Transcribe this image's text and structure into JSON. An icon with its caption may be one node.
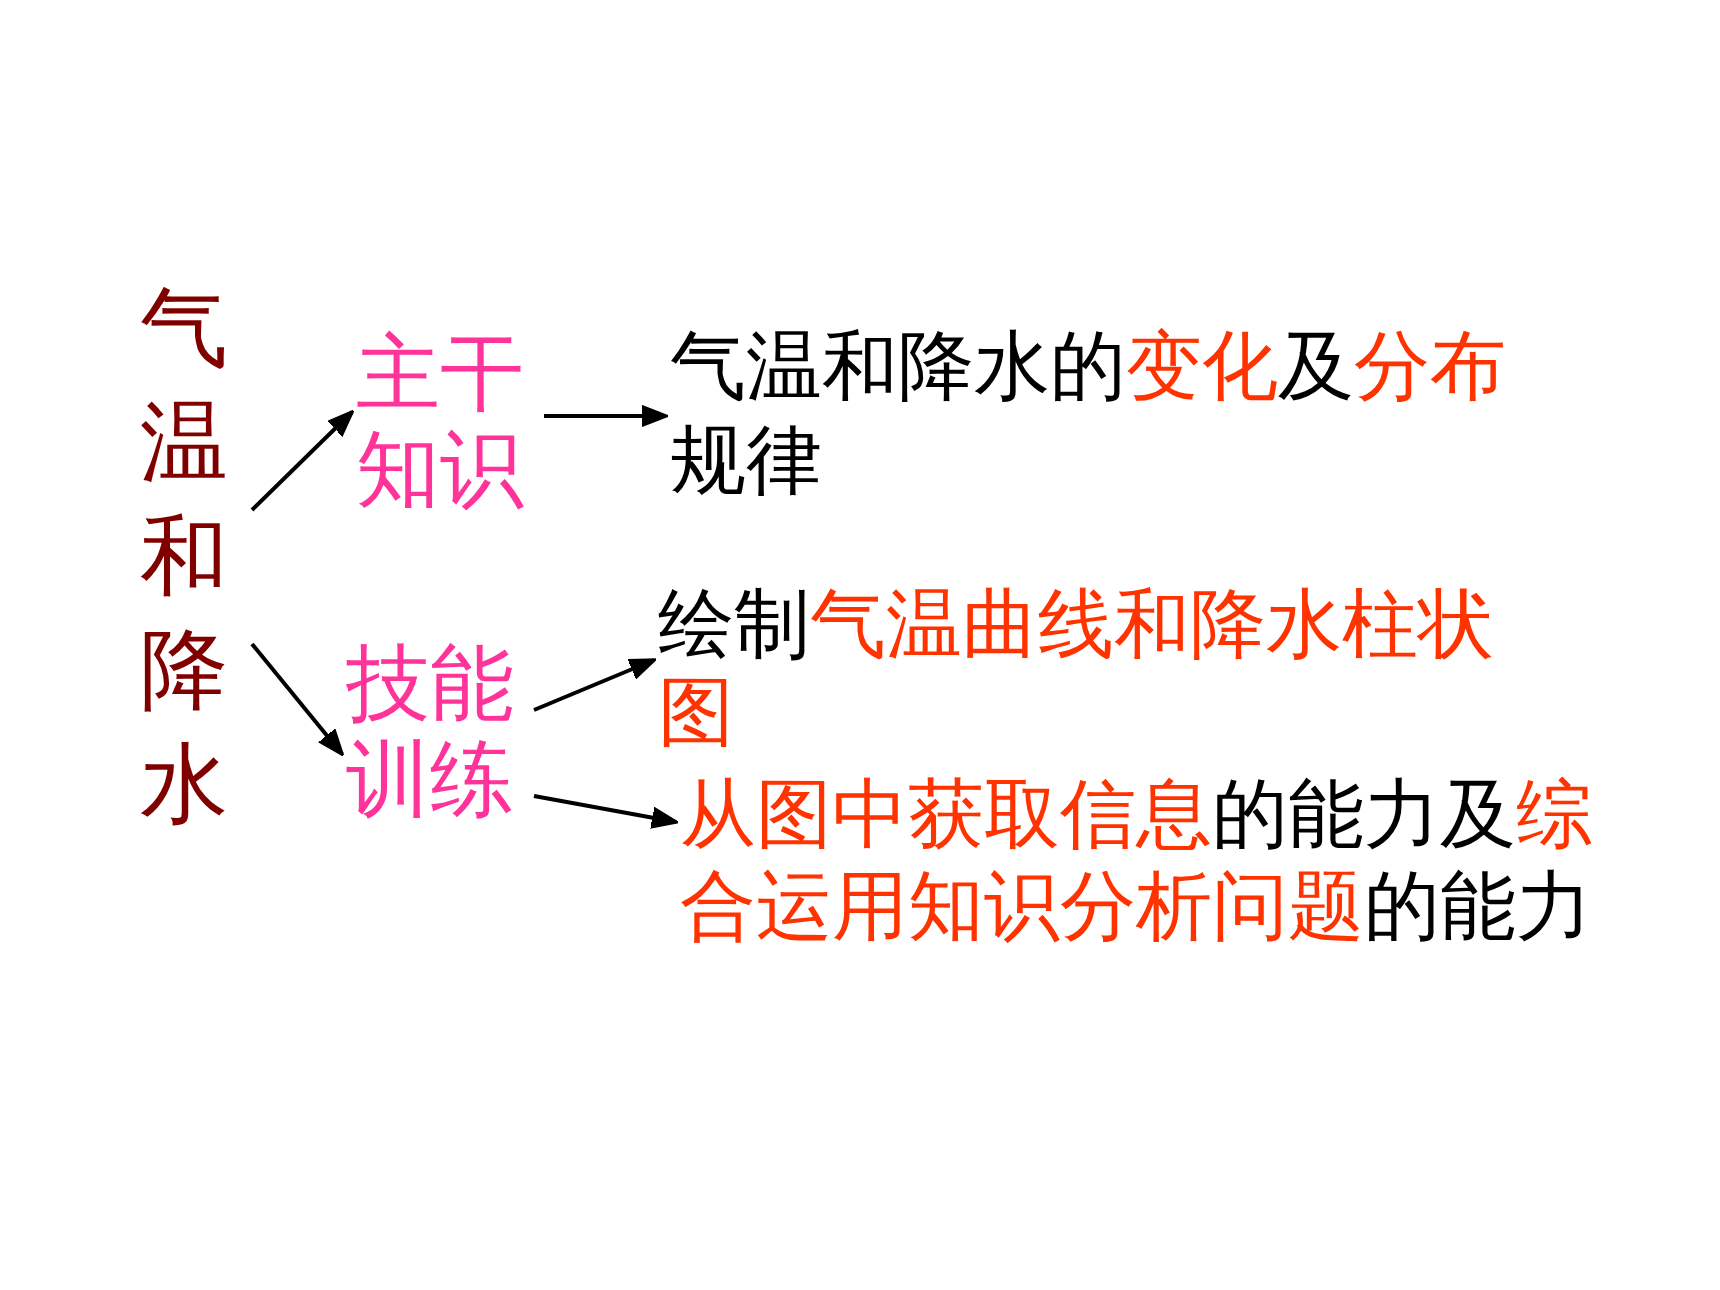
{
  "diagram": {
    "nodes": [
      {
        "text": [
          "气温和降水"
        ]
      },
      {
        "text": [
          "主干知识"
        ]
      },
      {
        "text": [
          "技能训练"
        ]
      },
      {
        "text": [
          "气温和降水的变化及分布规律"
        ]
      },
      {
        "text": [
          "绘制气温曲线和降水柱状图"
        ]
      },
      {
        "text": [
          "从图中获取信息的能力及综合运用知识分析问题的能力"
        ]
      }
    ],
    "edges": [
      {
        "from": 0,
        "to": 1,
        "arrow": "to"
      },
      {
        "from": 0,
        "to": 2,
        "arrow": "to"
      },
      {
        "from": 1,
        "to": 3,
        "arrow": "to"
      },
      {
        "from": 2,
        "to": 4,
        "arrow": "to"
      },
      {
        "from": 2,
        "to": 5,
        "arrow": "to"
      }
    ]
  }
}
